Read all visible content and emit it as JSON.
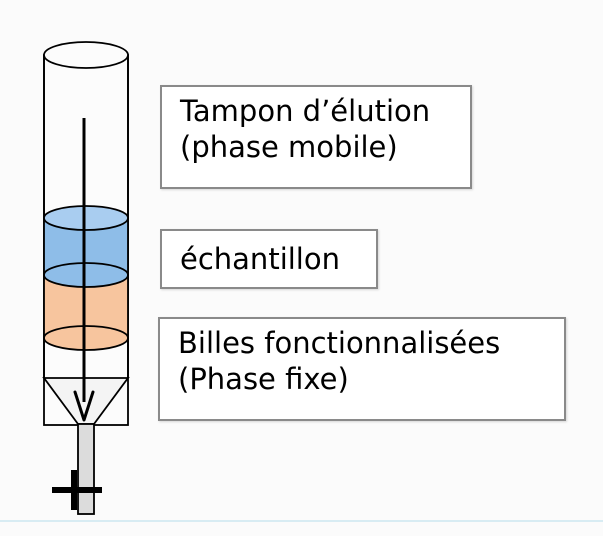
{
  "colors": {
    "buffer_fill": "#fcfcfc",
    "sample_fill": "#8ebde8",
    "beads_fill": "#f7c59e",
    "outline": "#000000"
  },
  "labels": {
    "buffer_line1": "Tampon d’élution",
    "buffer_line2": "(phase mobile)",
    "sample": "échantillon",
    "beads_line1": "Billes fonctionnalisées",
    "beads_line2": "(Phase fixe)"
  },
  "icons": {
    "flow_arrow": "arrow-down-icon",
    "stopcock": "plus-icon"
  }
}
